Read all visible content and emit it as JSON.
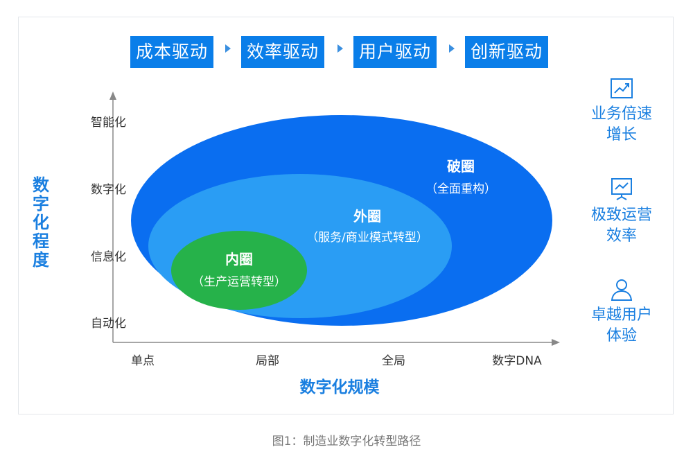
{
  "stages": [
    "成本驱动",
    "效率驱动",
    "用户驱动",
    "创新驱动"
  ],
  "y_axis": {
    "title": "数字化程度",
    "ticks": [
      "自动化",
      "信息化",
      "数字化",
      "智能化"
    ]
  },
  "x_axis": {
    "title": "数字化规模",
    "ticks": [
      "单点",
      "局部",
      "全局",
      "数字DNA"
    ]
  },
  "circles": {
    "outer": {
      "title": "破圈",
      "subtitle": "（全面重构）",
      "color": "#0a6ef0"
    },
    "middle": {
      "title": "外圈",
      "subtitle": "（服务/商业模式转型）",
      "color": "#2a9df4"
    },
    "inner": {
      "title": "内圈",
      "subtitle": "（生产运营转型）",
      "color": "#26b24a"
    }
  },
  "benefits": [
    {
      "icon": "trend-chart-icon",
      "lines": [
        "业务倍速",
        "增长"
      ]
    },
    {
      "icon": "presentation-icon",
      "lines": [
        "极致运营",
        "效率"
      ]
    },
    {
      "icon": "user-icon",
      "lines": [
        "卓越用户",
        "体验"
      ]
    }
  ],
  "caption": "图1：制造业数字化转型路径"
}
